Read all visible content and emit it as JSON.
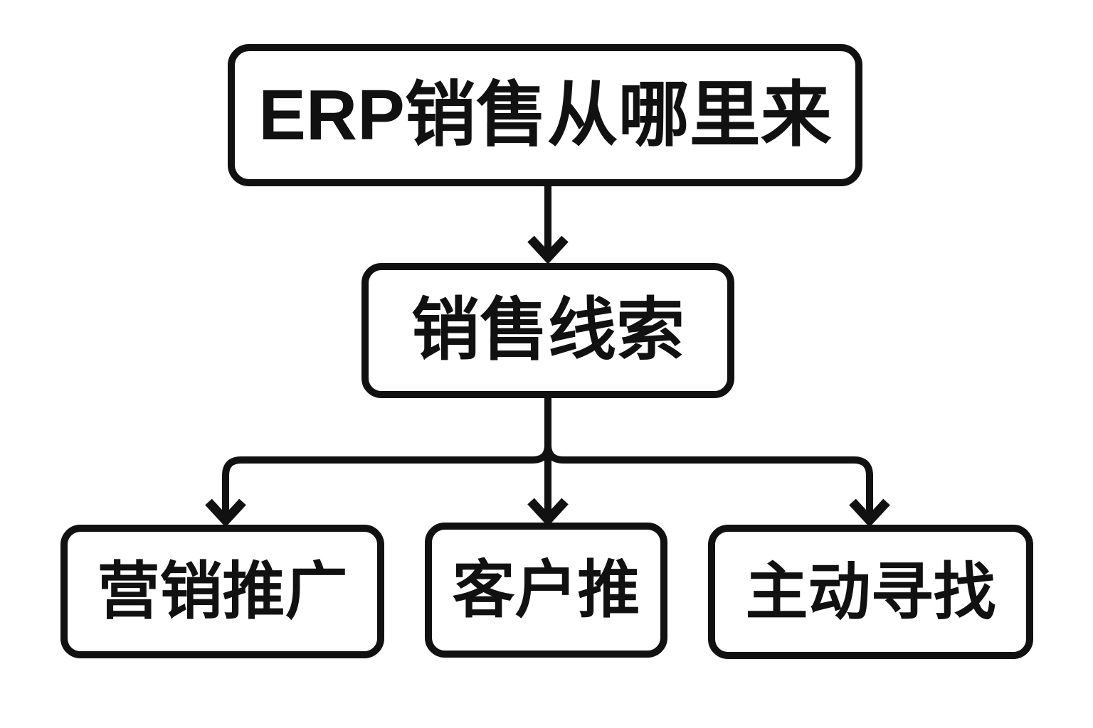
{
  "diagram": {
    "type": "flowchart",
    "background_color": "#ffffff",
    "stroke_color": "#111111",
    "nodes": {
      "root": {
        "id": "root",
        "label": "ERP销售从哪里来"
      },
      "level2": {
        "id": "leads",
        "label": "销售线索"
      },
      "children": [
        {
          "id": "marketing",
          "label": "营销推广"
        },
        {
          "id": "referral",
          "label": "客户推"
        },
        {
          "id": "outbound",
          "label": "主动寻找"
        }
      ]
    },
    "edges": [
      {
        "from": "root",
        "to": "leads"
      },
      {
        "from": "leads",
        "to": "marketing"
      },
      {
        "from": "leads",
        "to": "referral"
      },
      {
        "from": "leads",
        "to": "outbound"
      }
    ]
  }
}
